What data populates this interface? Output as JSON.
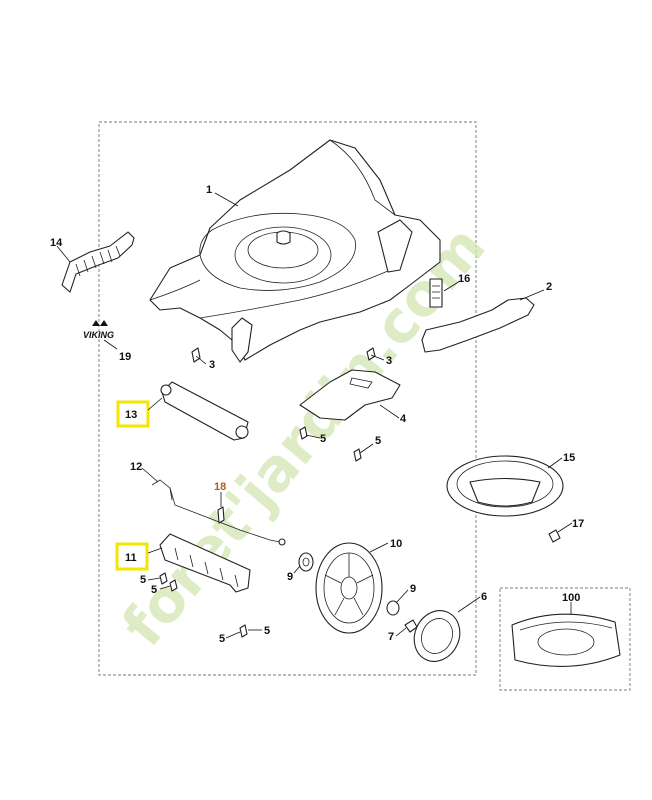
{
  "diagram": {
    "brand_logo": "VIKING",
    "watermark": "foret'jardin.com",
    "callouts": [
      {
        "id": "c1",
        "label": "1"
      },
      {
        "id": "c2",
        "label": "2"
      },
      {
        "id": "c3a",
        "label": "3"
      },
      {
        "id": "c3b",
        "label": "3"
      },
      {
        "id": "c4",
        "label": "4"
      },
      {
        "id": "c5a",
        "label": "5"
      },
      {
        "id": "c5b",
        "label": "5"
      },
      {
        "id": "c5c",
        "label": "5"
      },
      {
        "id": "c5d",
        "label": "5"
      },
      {
        "id": "c5e",
        "label": "5"
      },
      {
        "id": "c5f",
        "label": "5"
      },
      {
        "id": "c6",
        "label": "6"
      },
      {
        "id": "c7",
        "label": "7"
      },
      {
        "id": "c9a",
        "label": "9"
      },
      {
        "id": "c9b",
        "label": "9"
      },
      {
        "id": "c10",
        "label": "10"
      },
      {
        "id": "c11",
        "label": "11",
        "highlighted": true
      },
      {
        "id": "c12",
        "label": "12"
      },
      {
        "id": "c13",
        "label": "13",
        "highlighted": true
      },
      {
        "id": "c14",
        "label": "14"
      },
      {
        "id": "c15",
        "label": "15"
      },
      {
        "id": "c16",
        "label": "16"
      },
      {
        "id": "c17",
        "label": "17"
      },
      {
        "id": "c18",
        "label": "18",
        "color": "#b85a1a"
      },
      {
        "id": "c19",
        "label": "19"
      },
      {
        "id": "c100",
        "label": "100"
      }
    ],
    "highlight_color": "#f4e600"
  }
}
